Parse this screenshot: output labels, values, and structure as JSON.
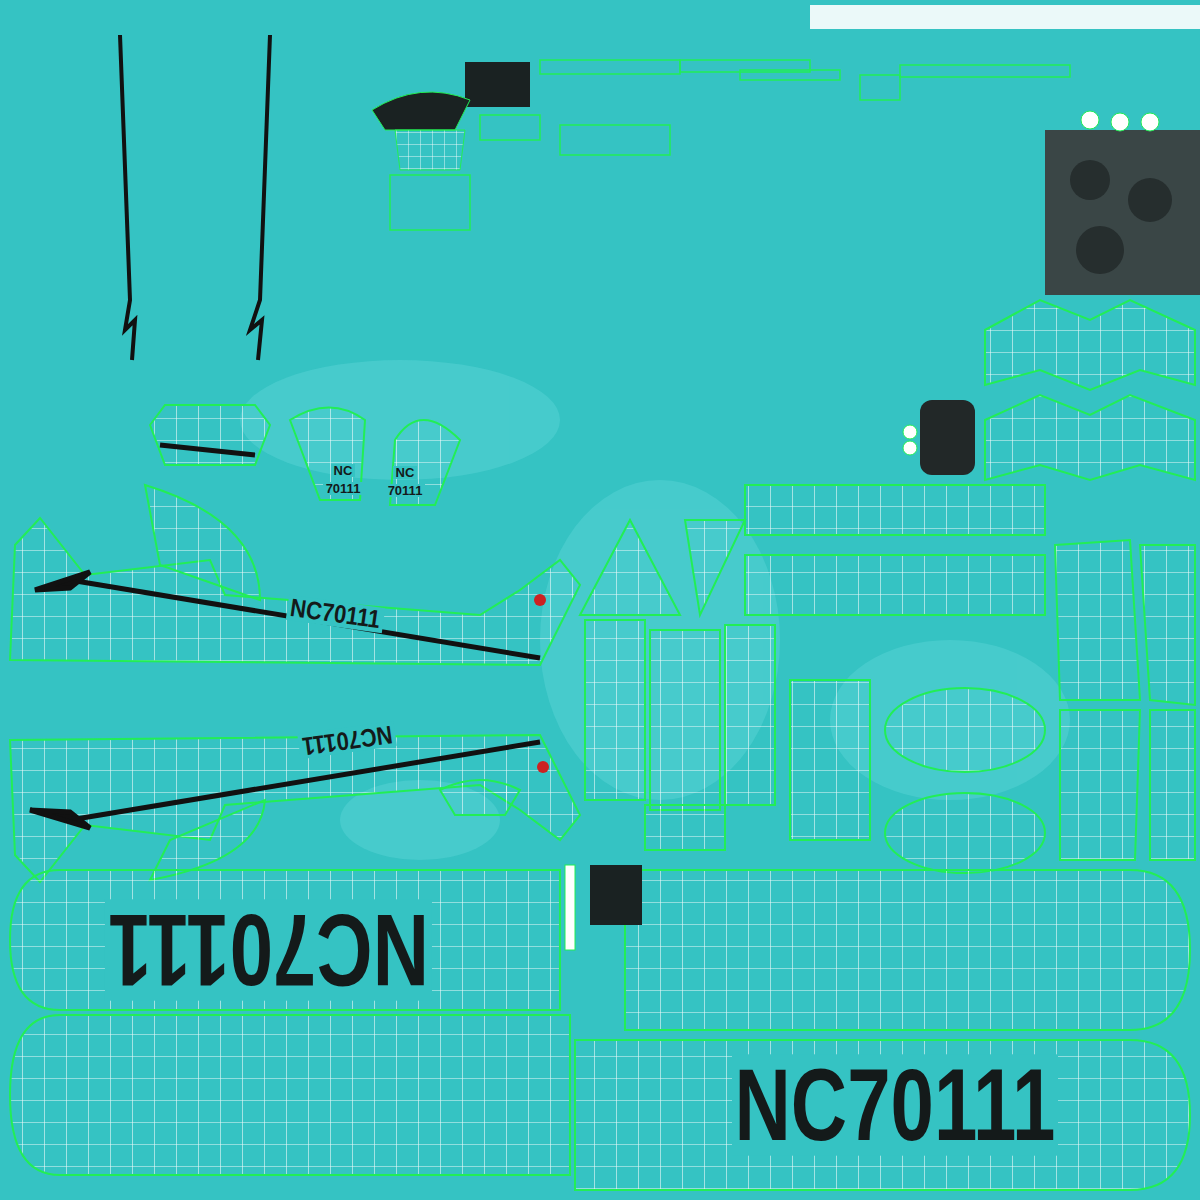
{
  "diagram": {
    "labels": [
      "NC",
      "70111",
      "NC",
      "70111",
      "NC70111",
      "NC70111",
      "NC70111",
      "NC70111"
    ]
  }
}
